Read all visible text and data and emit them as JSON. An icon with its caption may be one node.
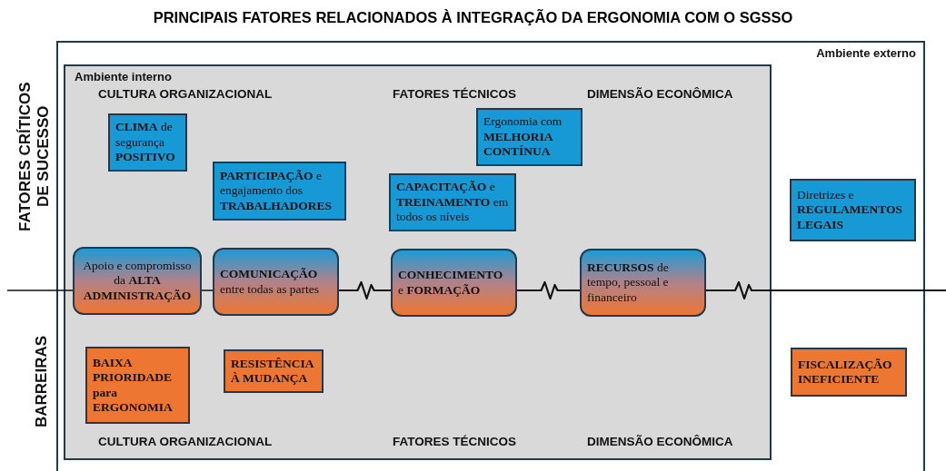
{
  "diagram": {
    "title": "PRINCIPAIS FATORES RELACIONADOS À INTEGRAÇÃO DA ERGONOMIA COM O SGSSO",
    "nodes": [
      {
        "text": [
          "Ambiente externo"
        ]
      },
      {
        "text": [
          "Ambiente interno"
        ],
        "in": 0
      },
      {
        "text": [
          "**CLIMA** de segurança **POSITIVO**"
        ],
        "in": 1
      },
      {
        "text": [
          "Ergonomia com **MELHORIA CONTÍNUA**"
        ],
        "in": 1
      },
      {
        "text": [
          "**PARTICIPAÇÃO** e engajamento dos **TRABALHADORES**"
        ],
        "in": 1
      },
      {
        "text": [
          "**CAPACITAÇÃO** e **TREINAMENTO** em todos os níveis"
        ],
        "in": 1
      },
      {
        "text": [
          "Diretrizes e **REGULAMENTOS LEGAIS**"
        ],
        "in": 0
      },
      {
        "text": [
          "Apoio e compromisso da **ALTA ADMINISTRAÇÃO**"
        ],
        "in": 1
      },
      {
        "text": [
          "**COMUNICAÇÃO** entre todas as partes"
        ],
        "in": 1
      },
      {
        "text": [
          "**CONHECIMENTO** e **FORMAÇÃO**"
        ],
        "in": 1
      },
      {
        "text": [
          "**RECURSOS** de tempo, pessoal e financeiro"
        ],
        "in": 1
      },
      {
        "text": [
          "BAIXA PRIORIDADE para ERGONOMIA"
        ],
        "in": 1
      },
      {
        "text": [
          "RESISTÊNCIA À MUDANÇA"
        ],
        "in": 1
      },
      {
        "text": [
          "FISCALIZAÇÃO INEFICIENTE"
        ],
        "in": 0
      }
    ],
    "edges": [
      {
        "from": null,
        "to": 7,
        "arrow": "none"
      },
      {
        "from": 7,
        "to": 8,
        "arrow": "none"
      },
      {
        "from": 8,
        "to": 9,
        "arrow": "none"
      },
      {
        "from": 9,
        "to": 10,
        "arrow": "none"
      },
      {
        "from": 10,
        "to": null,
        "arrow": "none"
      }
    ],
    "labels": [
      "FATORES CRÍTICOS DE SUCESSO",
      "CULTURA ORGANIZACIONAL",
      "FATORES TÉCNICOS",
      "DIMENSÃO ECONÔMICA",
      "BARREIRAS",
      "CULTURA ORGANIZACIONAL",
      "FATORES TÉCNICOS",
      "DIMENSÃO ECONÔMICA"
    ]
  }
}
